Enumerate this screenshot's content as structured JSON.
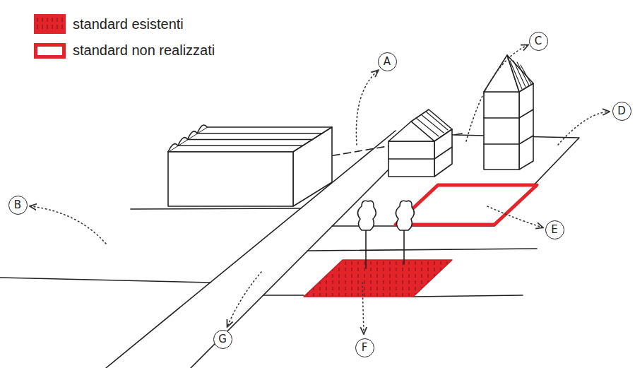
{
  "diagram": {
    "nodes": [
      {
        "text": [
          "A"
        ]
      },
      {
        "text": [
          "B"
        ]
      },
      {
        "text": [
          "C"
        ]
      },
      {
        "text": [
          "D"
        ]
      },
      {
        "text": [
          "E"
        ]
      },
      {
        "text": [
          "F"
        ]
      },
      {
        "text": [
          "G"
        ]
      }
    ],
    "legend": [
      {
        "text": "standard esistenti",
        "color": "#e3242b"
      },
      {
        "text": "standard non realizzati"
      }
    ]
  }
}
